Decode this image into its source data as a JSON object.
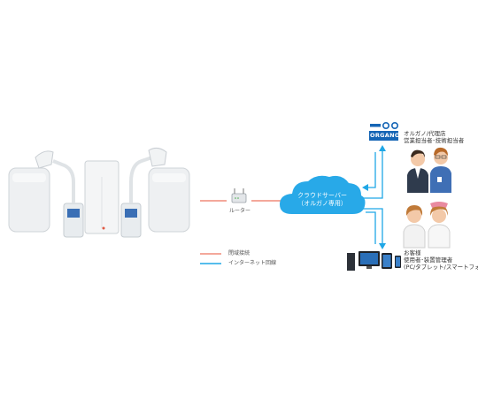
{
  "colors": {
    "closed_line": "#f08c7a",
    "internet_line": "#1fa7e6",
    "cloud": "#28a9e8",
    "organo_blue": "#1565b5"
  },
  "router": {
    "label": "ルーター"
  },
  "cloud": {
    "line1": "クラウドサーバー",
    "line2": "（オルガノ専用）"
  },
  "organo": {
    "logo_text": "ORGANO",
    "line1": "オルガノ/代理店",
    "line2": "営業担当者･技術担当者"
  },
  "customer": {
    "line1": "お客様",
    "line2": "使用者･装置管理者",
    "line3": "(PC/タブレット/スマートフォン)"
  },
  "legend": {
    "closed": "閉域接続",
    "internet": "インターネット回線"
  }
}
